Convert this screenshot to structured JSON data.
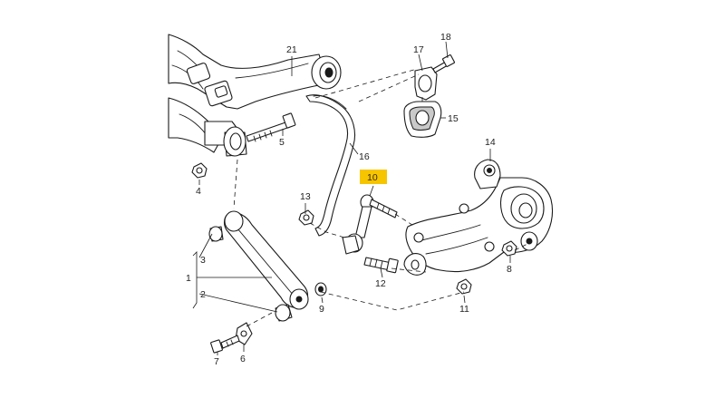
{
  "diagram": {
    "callouts": {
      "c1": "1",
      "c2": "2",
      "c3": "3",
      "c4": "4",
      "c5": "5",
      "c6": "6",
      "c7": "7",
      "c8": "8",
      "c9": "9",
      "c10": "10",
      "c11": "11",
      "c12": "12",
      "c13": "13",
      "c14": "14",
      "c15": "15",
      "c16": "16",
      "c17": "17",
      "c18": "18",
      "c21": "21"
    },
    "highlight": {
      "callout": "10",
      "color": "#f6c500"
    }
  }
}
